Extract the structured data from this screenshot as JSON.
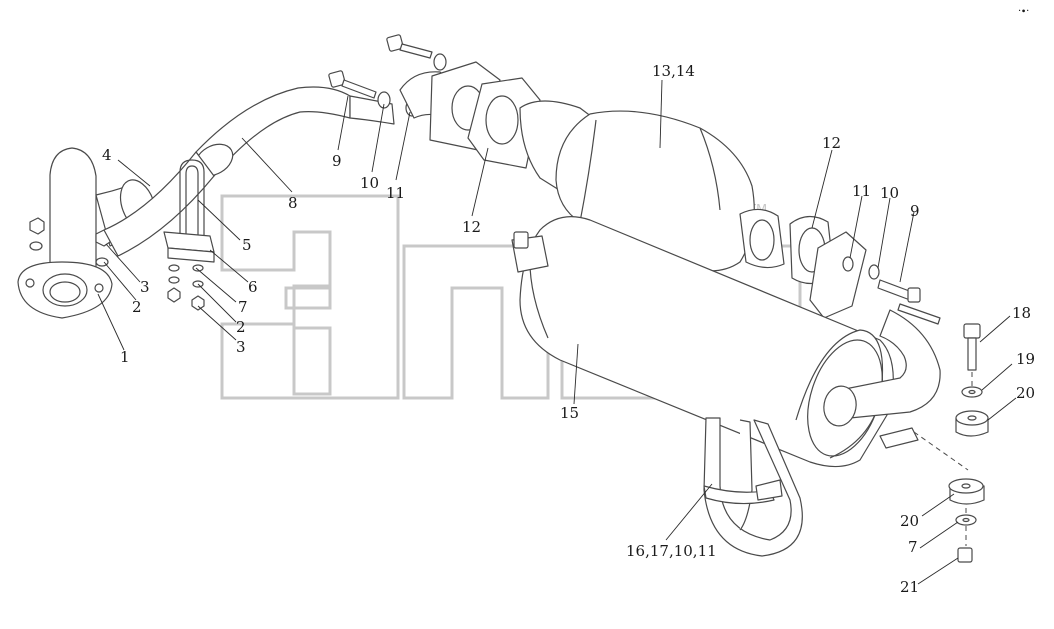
{
  "watermark": {
    "tm": "TM"
  },
  "corner_mark": "·∙·",
  "labels": {
    "l1": "1",
    "l2a": "2",
    "l3a": "3",
    "l4": "4",
    "l2b": "2",
    "l3b": "3",
    "l5": "5",
    "l6": "6",
    "l7a": "7",
    "l8": "8",
    "l9a": "9",
    "l10a": "10",
    "l11a": "11",
    "l12a": "12",
    "l13": "13,14",
    "l12b": "12",
    "l11b": "11",
    "l10b": "10",
    "l9b": "9",
    "l15": "15",
    "l16": "16,17,10,11",
    "l18": "18",
    "l19": "19",
    "l20a": "20",
    "l20b": "20",
    "l7b": "7",
    "l21": "21"
  }
}
